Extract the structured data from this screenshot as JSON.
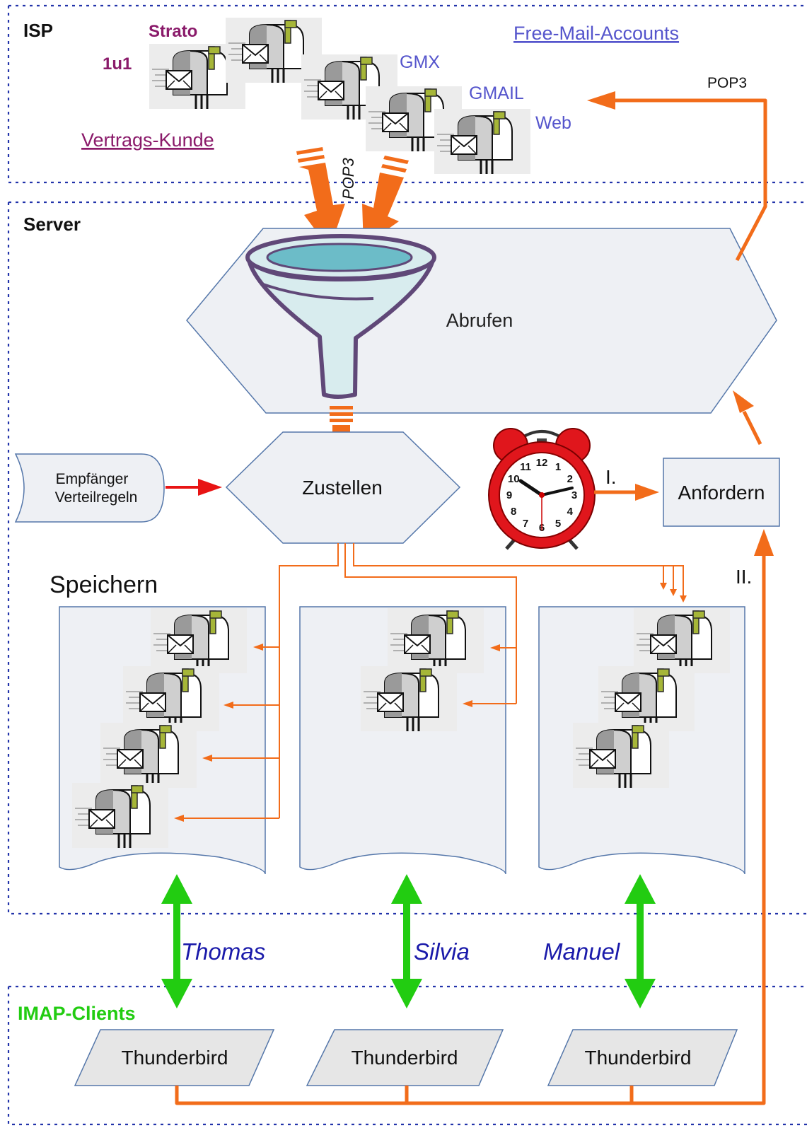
{
  "zones": {
    "isp": "ISP",
    "server": "Server",
    "imap_clients": "IMAP-Clients"
  },
  "isp": {
    "strato": "Strato",
    "oneandone": "1u1",
    "gmx": "GMX",
    "gmail": "GMAIL",
    "web": "Web",
    "free_mail_accounts": "Free-Mail-Accounts",
    "contract_customer": "Vertrags-Kunde"
  },
  "protocols": {
    "pop3_vertical": "POP3",
    "pop3_right": "POP3"
  },
  "server": {
    "fetch": "Abrufen",
    "deliver": "Zustellen",
    "request": "Anfordern",
    "rules_line1": "Empfänger",
    "rules_line2": "Verteilregeln",
    "store": "Speichern",
    "step_one": "I.",
    "step_two": "II."
  },
  "users": {
    "thomas": "Thomas",
    "silvia": "Silvia",
    "manuel": "Manuel"
  },
  "clients": {
    "client1": "Thunderbird",
    "client2": "Thunderbird",
    "client3": "Thunderbird"
  },
  "colors": {
    "zone_border": "#2233aa",
    "flow_orange": "#f26c1a",
    "imap_green": "#22cc11",
    "purple_label": "#8a1a6a",
    "blue_label": "#5555cc",
    "user_name": "#1a1aaa",
    "shape_fill": "#eef0f4",
    "shape_stroke": "#5577aa",
    "clock_red": "#e0161c"
  },
  "clock": {
    "numbers": [
      "12",
      "1",
      "2",
      "3",
      "4",
      "5",
      "6",
      "7",
      "8",
      "9",
      "10",
      "11"
    ]
  }
}
